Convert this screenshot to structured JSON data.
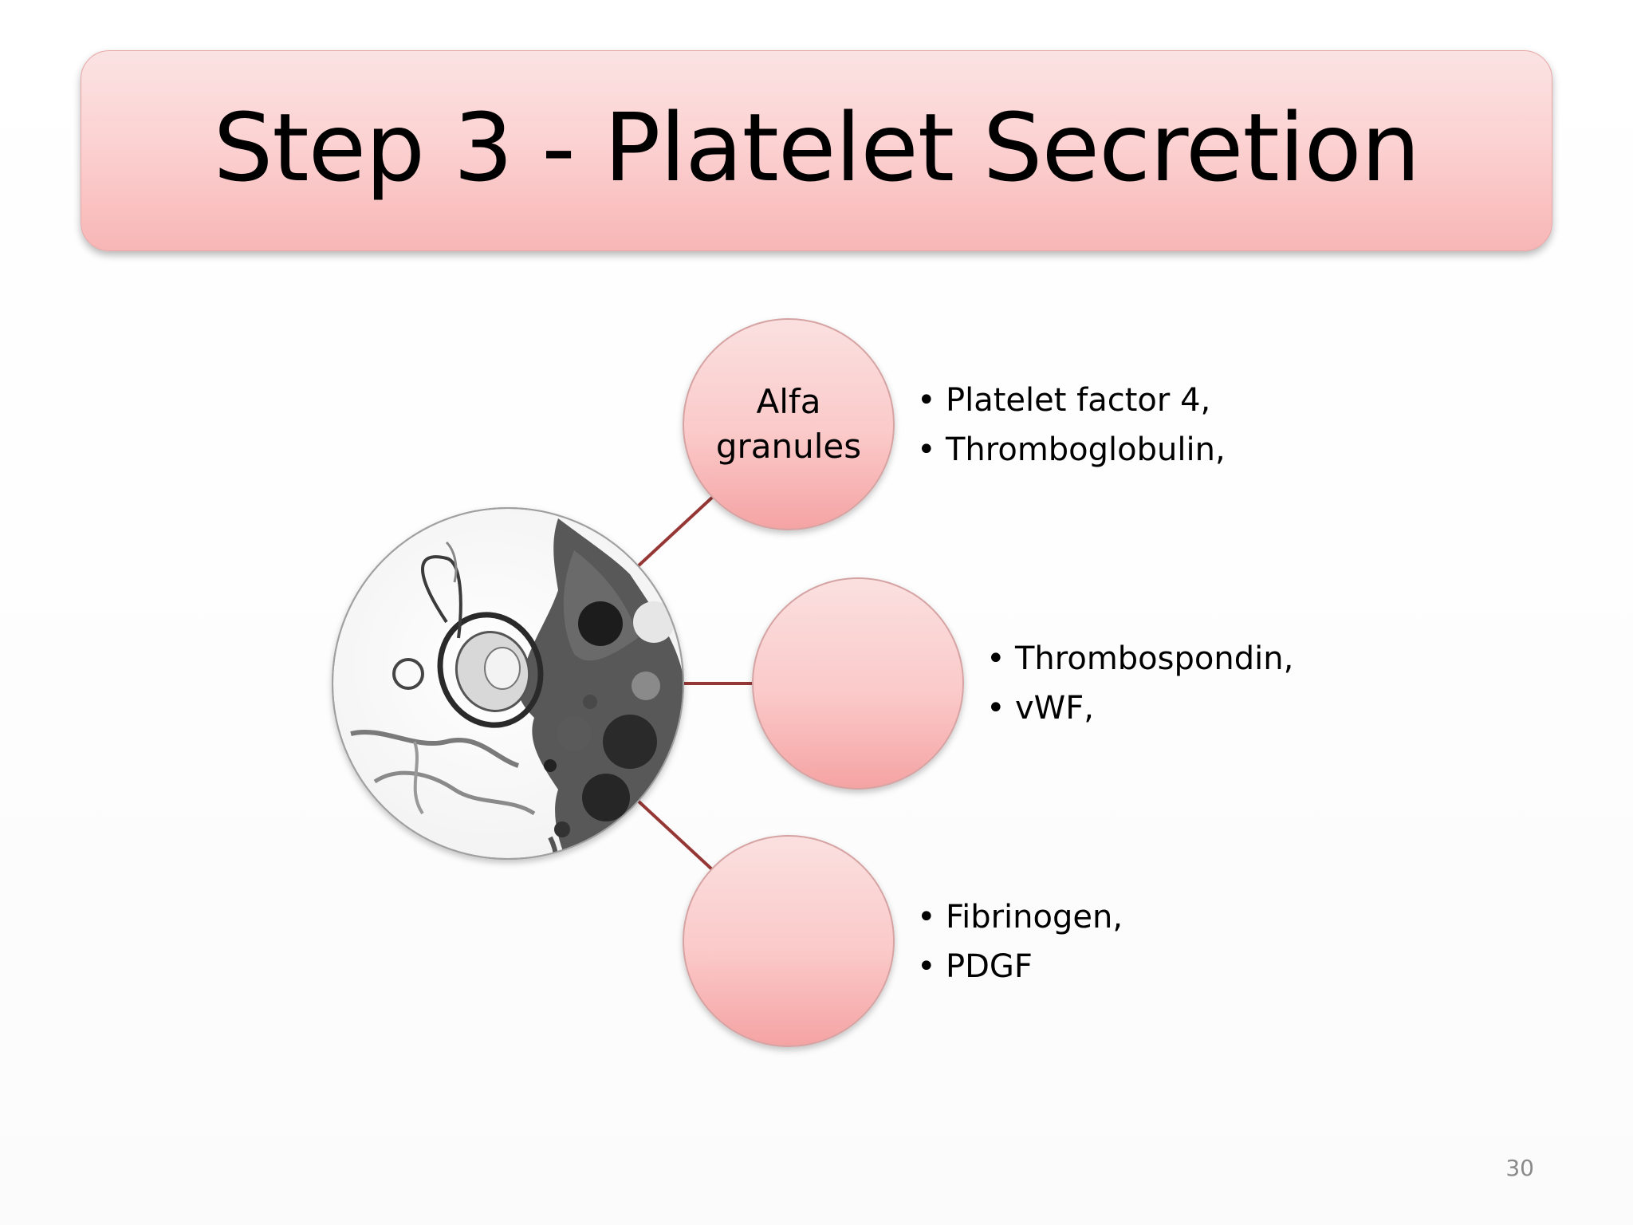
{
  "slide": {
    "title": "Step 3 - Platelet Secretion",
    "page_number": "30"
  },
  "diagram": {
    "center_image": "platelet-micrograph",
    "connector_color": "#953735",
    "bubble_fill_top": "#fbe0e0",
    "bubble_fill_bottom": "#f7a8a8",
    "branches": [
      {
        "label": "Alfa granules",
        "label_lines": [
          "Alfa",
          "granules"
        ],
        "items": [
          "Platelet factor 4,",
          "Thromboglobulin,"
        ]
      },
      {
        "label": "",
        "label_lines": [],
        "items": [
          "Thrombospondin,",
          "vWF,"
        ]
      },
      {
        "label": "",
        "label_lines": [],
        "items": [
          "Fibrinogen,",
          "PDGF"
        ]
      }
    ]
  }
}
